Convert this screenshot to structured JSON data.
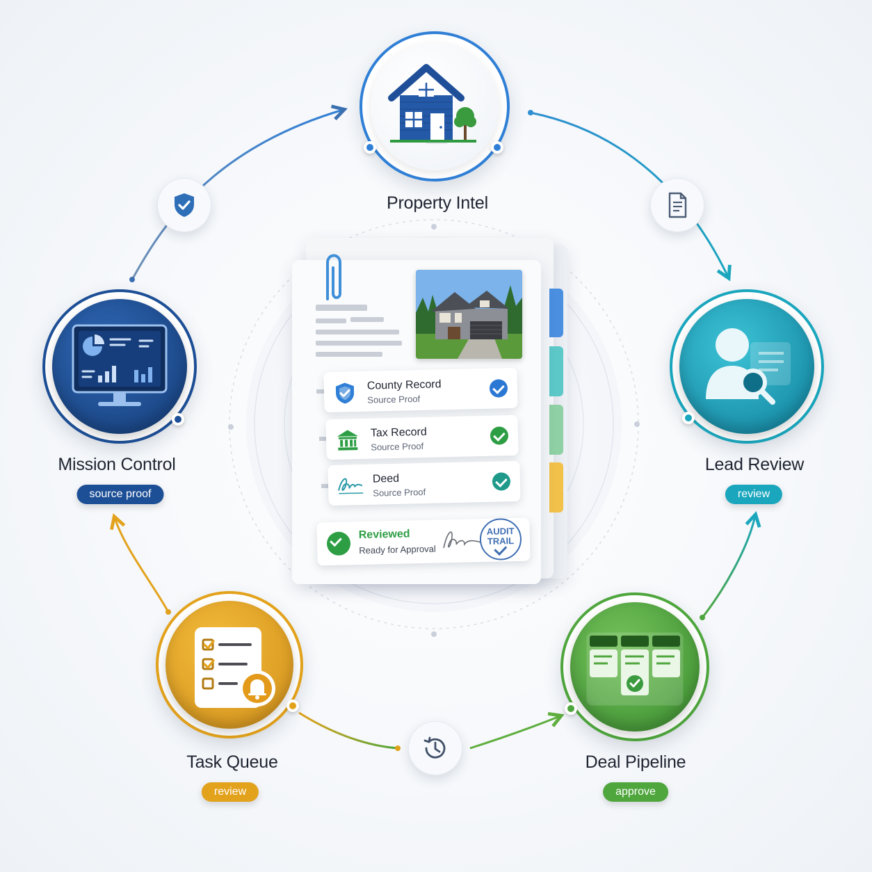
{
  "stations": {
    "property_intel": {
      "label": "Property Intel"
    },
    "lead_review": {
      "label": "Lead Review",
      "tag": "review"
    },
    "deal_pipeline": {
      "label": "Deal Pipeline",
      "tag": "approve"
    },
    "task_queue": {
      "label": "Task Queue",
      "tag": "review"
    },
    "mission_control": {
      "label": "Mission Control",
      "tag": "source proof"
    }
  },
  "document": {
    "records": [
      {
        "title": "County Record",
        "subtitle": "Source Proof"
      },
      {
        "title": "Tax Record",
        "subtitle": "Source Proof"
      },
      {
        "title": "Deed",
        "subtitle": "Source Proof"
      }
    ],
    "status": {
      "title": "Reviewed",
      "subtitle": "Ready for Approval"
    },
    "stamp": {
      "line1": "AUDIT",
      "line2": "TRAIL"
    }
  },
  "colors": {
    "property_intel": "#2f7fd6",
    "lead_review": "#1aa6bd",
    "deal_pipeline": "#4fa63d",
    "task_queue": "#e3a21c",
    "mission_control": "#1d4f96",
    "check_green": "#2e9e45",
    "check_blue": "#2b78d4"
  },
  "icons": {
    "property_intel": "house-icon",
    "lead_review": "person-search-icon",
    "deal_pipeline": "kanban-board-icon",
    "task_queue": "checklist-bell-icon",
    "mission_control": "dashboard-monitor-icon",
    "connector_1": "shield-check-icon",
    "connector_2": "document-icon",
    "connector_3": "history-clock-icon"
  }
}
